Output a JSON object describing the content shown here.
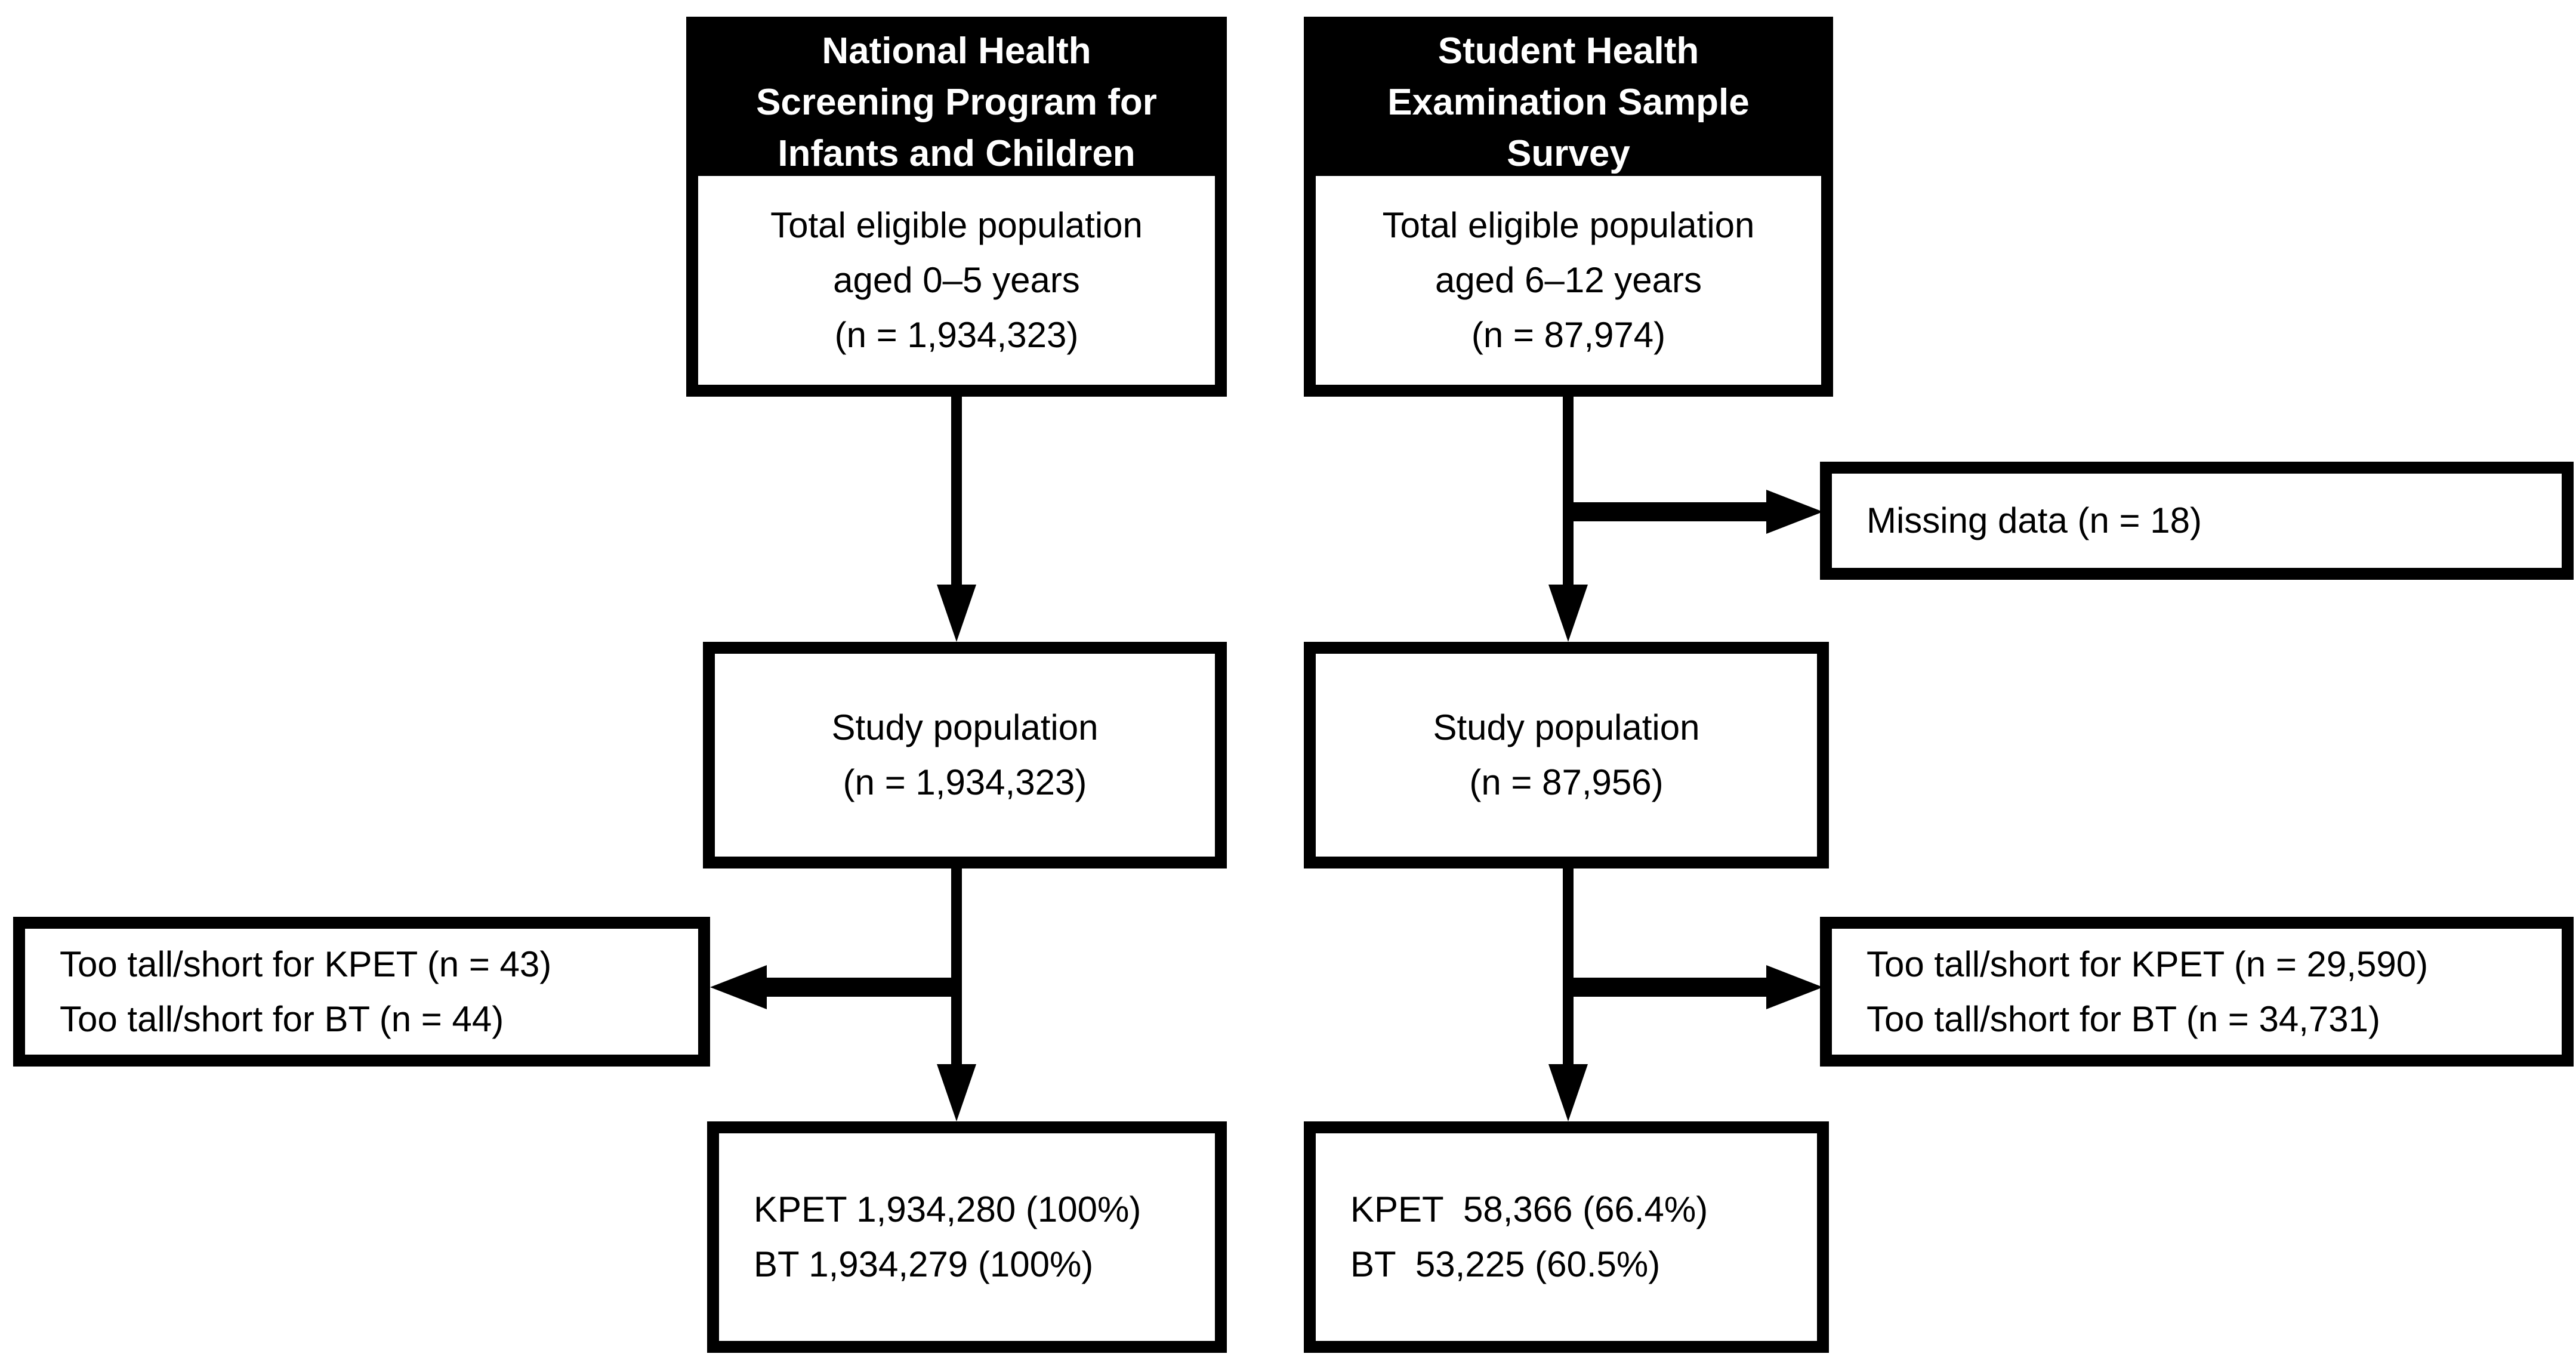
{
  "figure": {
    "type": "study-flow-diagram",
    "colors": {
      "background": "#ffffff",
      "line": "#000000",
      "header_bg": "#000000",
      "header_text": "#ffffff",
      "body_text": "#000000"
    },
    "left": {
      "header": "National Health\nScreening Program for\nInfants and Children",
      "eligible": "Total eligible population\naged 0–5 years\n(n = 1,934,323)",
      "study": "Study population\n(n = 1,934,323)",
      "exclusion": "Too tall/short for KPET (n = 43)\nToo tall/short for BT (n = 44)",
      "outcome": "KPET 1,934,280 (100%)\nBT 1,934,279 (100%)"
    },
    "right": {
      "header": "Student Health\nExamination Sample\nSurvey",
      "eligible": "Total eligible population\naged 6–12 years\n(n = 87,974)",
      "missing": "Missing data (n = 18)",
      "study": "Study population\n(n = 87,956)",
      "exclusion": "Too tall/short for KPET (n = 29,590)\nToo tall/short for BT (n = 34,731)",
      "outcome": "KPET  58,366 (66.4%)\nBT  53,225 (60.5%)"
    }
  }
}
